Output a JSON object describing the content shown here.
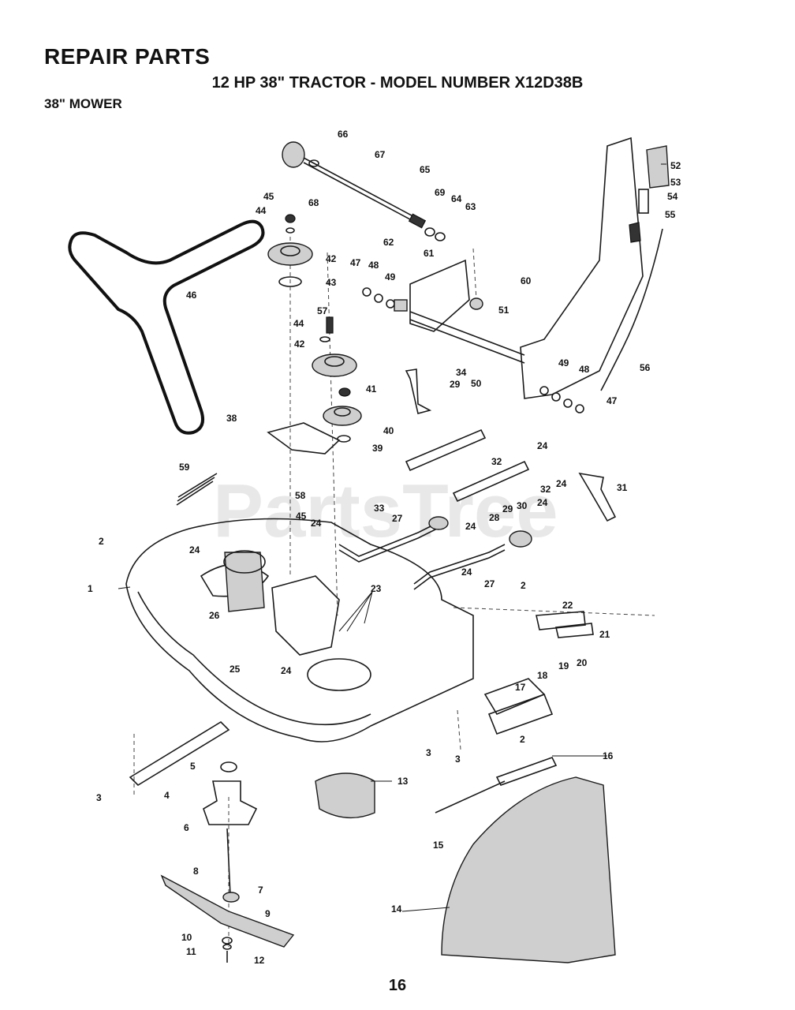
{
  "header": {
    "title": "REPAIR PARTS",
    "subtitle": "12 HP 38\" TRACTOR - MODEL NUMBER X12D38B",
    "section": "38\" MOWER"
  },
  "watermark": "PartsTree",
  "page_number": "16",
  "callouts": {
    "c66": "66",
    "c67": "67",
    "c65": "65",
    "c68": "68",
    "c69": "69",
    "c64": "64",
    "c63": "63",
    "c52": "52",
    "c53": "53",
    "c54": "54",
    "c55": "55",
    "c45a": "45",
    "c44a": "44",
    "c42a": "42",
    "c43": "43",
    "c46": "46",
    "c62": "62",
    "c61": "61",
    "c47a": "47",
    "c48a": "48",
    "c49a": "49",
    "c60": "60",
    "c57": "57",
    "c44b": "44",
    "c51": "51",
    "c42b": "42",
    "c56": "56",
    "c34": "34",
    "c50": "50",
    "c29a": "29",
    "c41": "41",
    "c49b": "49",
    "c48b": "48",
    "c47b": "47",
    "c38": "38",
    "c40": "40",
    "c39": "39",
    "c24a": "24",
    "c32a": "32",
    "c59": "59",
    "c24b": "24",
    "c58": "58",
    "c32b": "32",
    "c31": "31",
    "c33": "33",
    "c29b": "29",
    "c30": "30",
    "c24c": "24",
    "c45b": "45",
    "c24d": "24",
    "c27a": "27",
    "c24e": "24",
    "c28": "28",
    "c2a": "2",
    "c24f": "24",
    "c1": "1",
    "c23": "23",
    "c24g": "24",
    "c27b": "27",
    "c2b": "2",
    "c22": "22",
    "c26": "26",
    "c21": "21",
    "c25": "25",
    "c24h": "24",
    "c19": "19",
    "c20": "20",
    "c17": "17",
    "c18": "18",
    "c3a": "3",
    "c3b": "3",
    "c2c": "2",
    "c16": "16",
    "c5": "5",
    "c13": "13",
    "c3c": "3",
    "c4": "4",
    "c6": "6",
    "c15": "15",
    "c8": "8",
    "c7": "7",
    "c9": "9",
    "c14": "14",
    "c10": "10",
    "c11": "11",
    "c12": "12"
  }
}
